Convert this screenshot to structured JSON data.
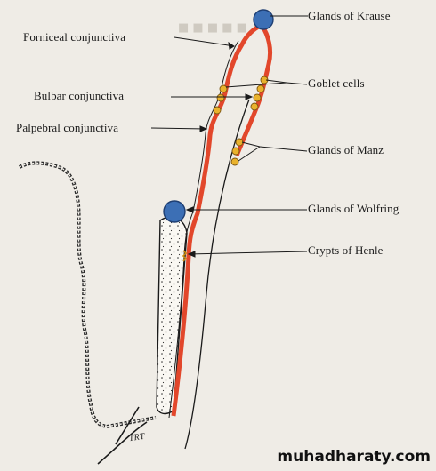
{
  "labels": {
    "glands_krause": "Glands of Krause",
    "forniceal": "Forniceal conjunctiva",
    "goblet": "Goblet cells",
    "bulbar": "Bulbar conjunctiva",
    "palpebral": "Palpebral conjunctiva",
    "glands_manz": "Glands of Manz",
    "glands_wolfring": "Glands of Wolfring",
    "crypts_henle": "Crypts of Henle"
  },
  "signature": "TRT",
  "watermark": "muhadharaty.com",
  "colors": {
    "conjunctiva_red": "#e2472b",
    "gland_blue": "#3c6fb5",
    "goblet_yellow": "#e9b22c",
    "line": "#1a1a1a",
    "background": "#efece6"
  }
}
